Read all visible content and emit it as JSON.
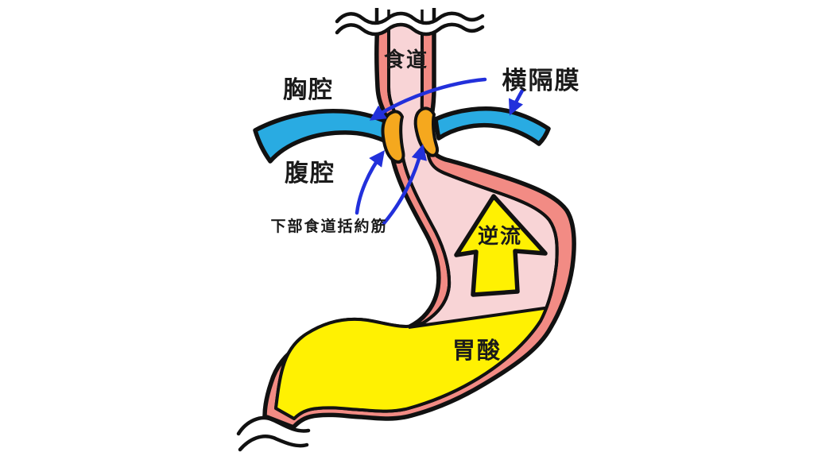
{
  "figure": {
    "labels": {
      "esophagus": "食道",
      "thoracic_cavity": "胸腔",
      "diaphragm": "横隔膜",
      "abdominal_cavity": "腹腔",
      "lower_esophageal_sphincter": "下部食道括約筋",
      "reflux": "逆流",
      "gastric_acid": "胃酸"
    },
    "colors": {
      "stomach_wall": "#F28B84",
      "stomach_inner": "#F8D4D6",
      "acid_yellow": "#FFF102",
      "sphincter_orange": "#F5A81E",
      "diaphragm_blue": "#29ABE2",
      "annotation_blue": "#2230DB",
      "outline": "#111111",
      "text": "#1a1a1a",
      "white": "#ffffff"
    }
  }
}
